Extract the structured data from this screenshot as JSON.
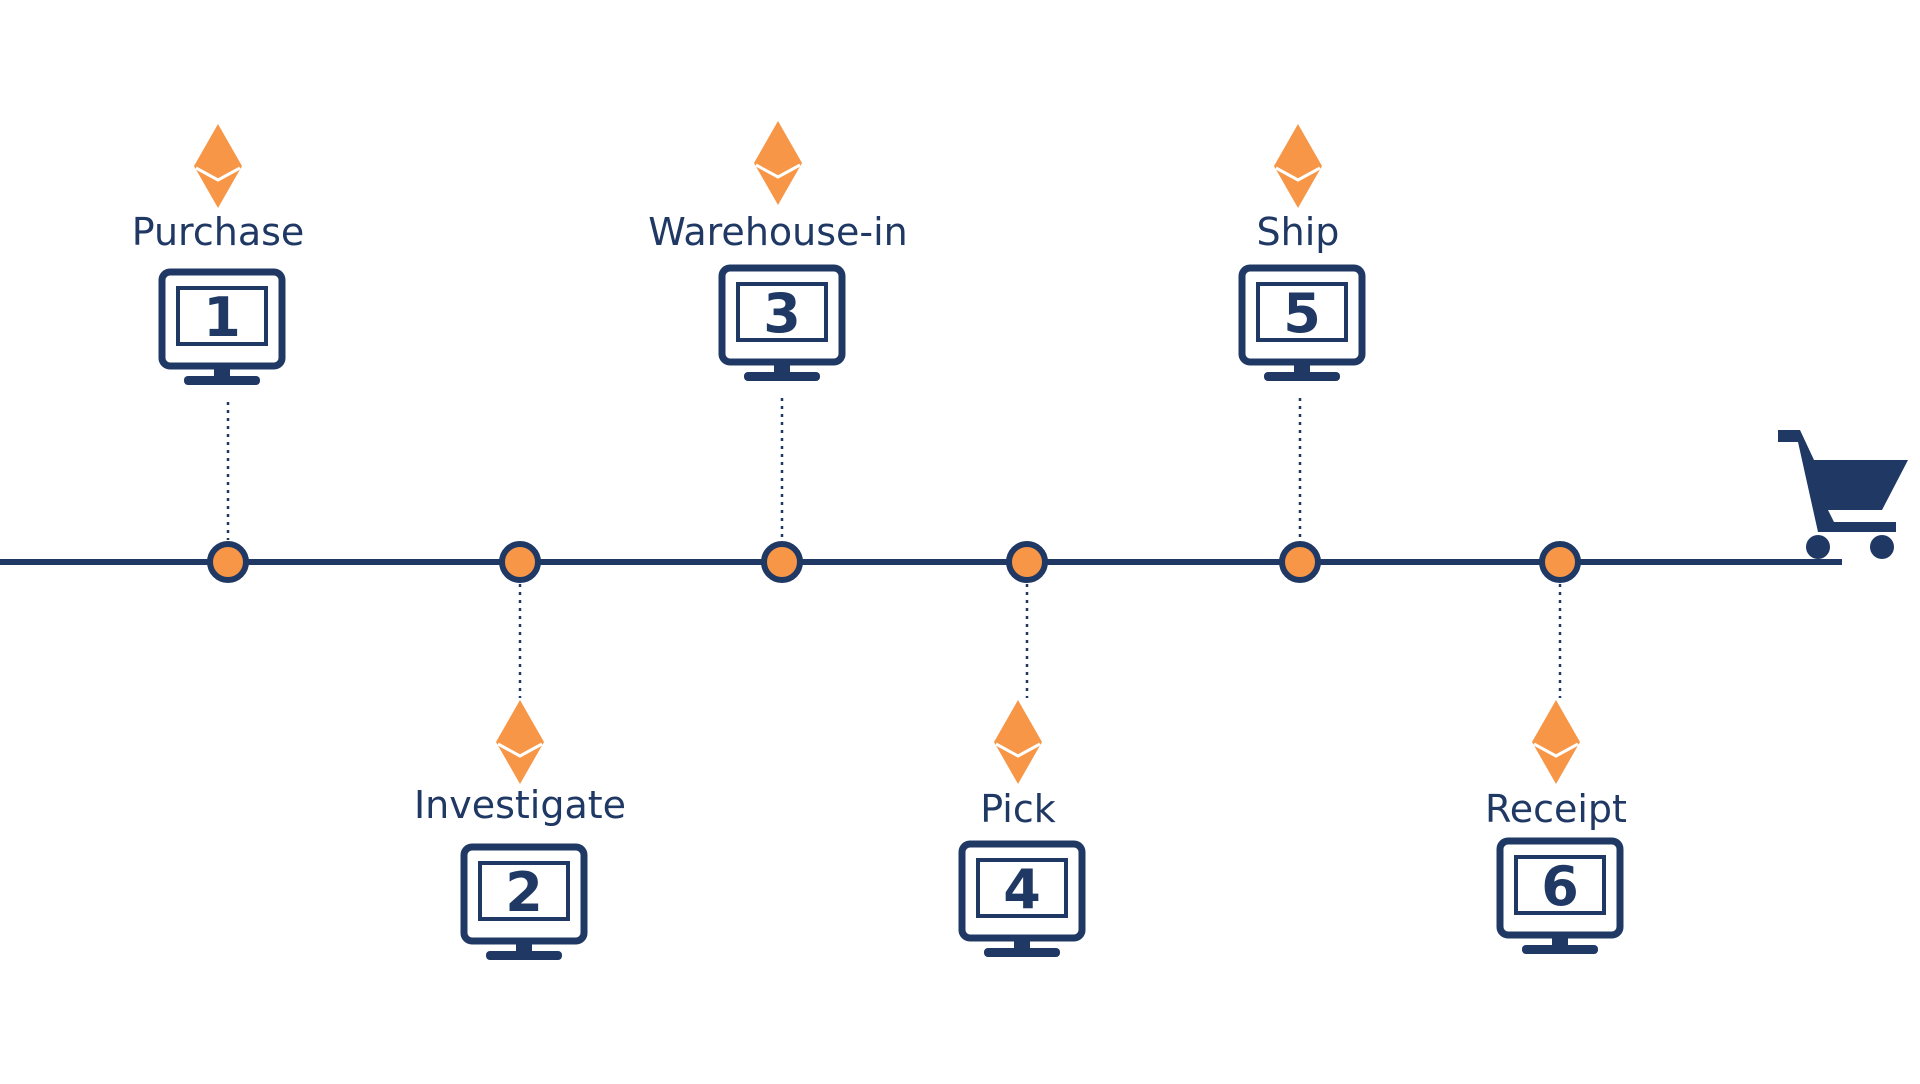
{
  "colors": {
    "navy": "#1f3864",
    "orange": "#f79646",
    "background": "#ffffff"
  },
  "end_icon": "shopping-cart-icon",
  "step_icon": "computer-monitor-icon",
  "marker_icon": "diamond-gem-icon",
  "steps": [
    {
      "number": "1",
      "label": "Purchase"
    },
    {
      "number": "2",
      "label": "Investigate"
    },
    {
      "number": "3",
      "label": "Warehouse-in"
    },
    {
      "number": "4",
      "label": "Pick"
    },
    {
      "number": "5",
      "label": "Ship"
    },
    {
      "number": "6",
      "label": "Receipt"
    }
  ]
}
